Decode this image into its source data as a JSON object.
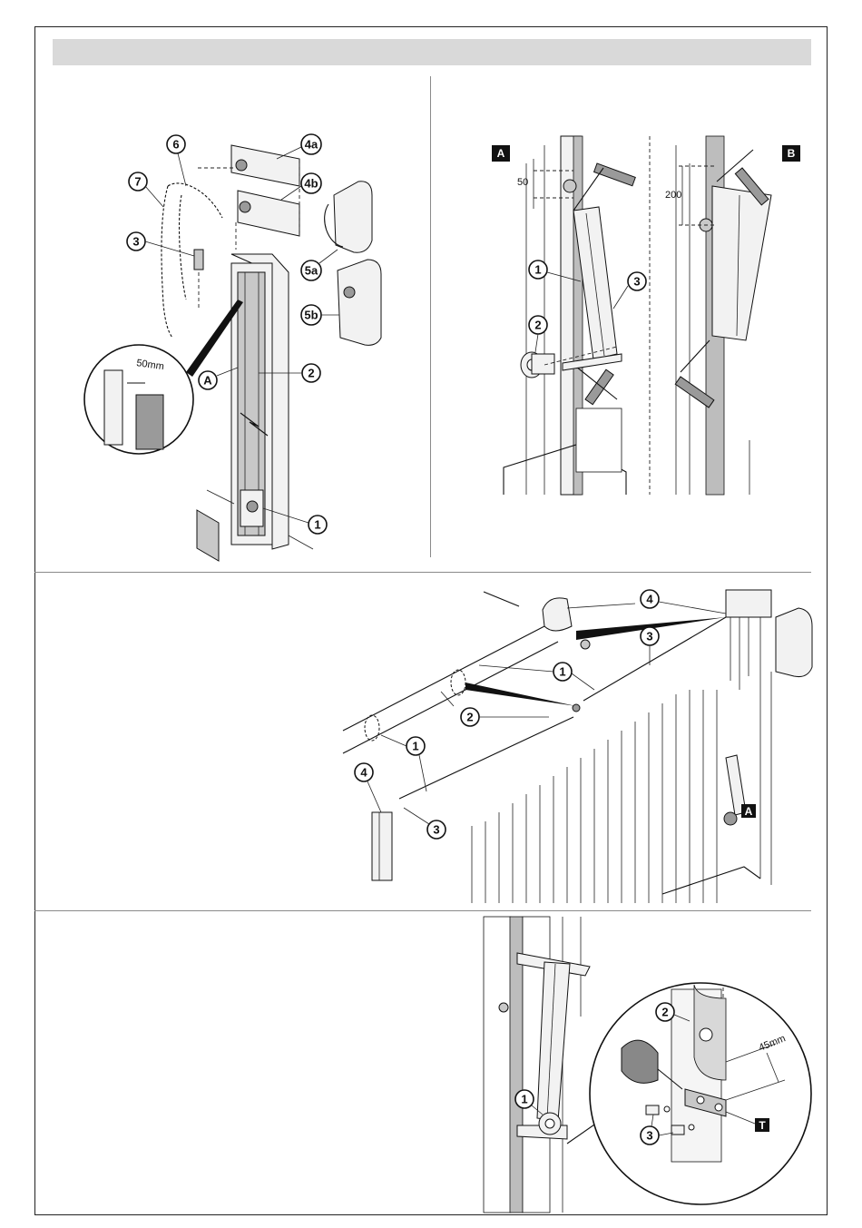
{
  "figure1": {
    "callouts": {
      "c6": "6",
      "c7": "7",
      "c4a": "4a",
      "c4b": "4b",
      "c3": "3",
      "c5a": "5a",
      "c5b": "5b",
      "cA": "A",
      "c2": "2",
      "c1": "1"
    },
    "dim_50mm": "50mm"
  },
  "figure2": {
    "label_A": "A",
    "label_B": "B",
    "dim_50": "50",
    "dim_200": "200",
    "callouts": {
      "c1": "1",
      "c2": "2",
      "c3": "3"
    }
  },
  "figure3": {
    "callouts": {
      "c4_top": "4",
      "c3_top": "3",
      "c1_upper": "1",
      "c2": "2",
      "c1_lower": "1",
      "c4_left": "4",
      "c3_left": "3"
    },
    "label_A": "A"
  },
  "figure4": {
    "callouts": {
      "c1": "1",
      "c2": "2",
      "c3": "3"
    },
    "label_T": "T",
    "dim_45mm": "45mm"
  },
  "colors": {
    "header_bar": "#d9d9d9",
    "line": "#111111",
    "panel_divider": "#8a8a8a"
  }
}
